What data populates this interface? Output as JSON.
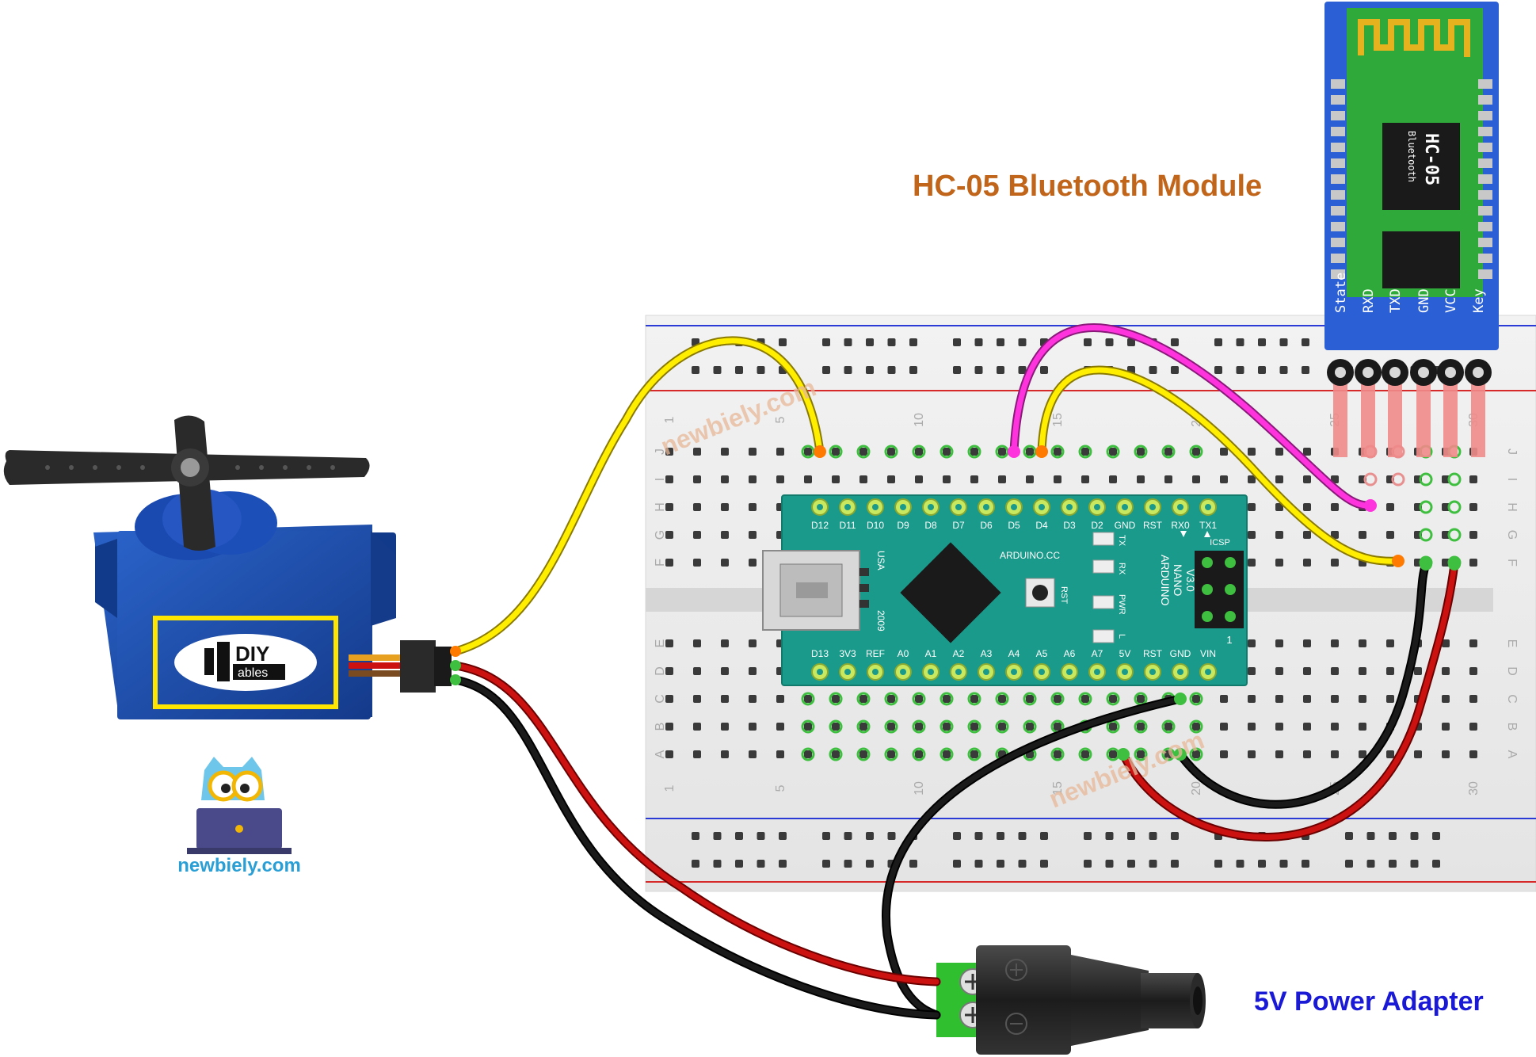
{
  "labels": {
    "bluetooth_module": "HC-05 Bluetooth Module",
    "power_adapter": "5V Power Adapter",
    "brand": "newbiely.com",
    "watermark": "newbiely.com"
  },
  "hc05": {
    "chip_title": "HC-05",
    "chip_subtitle": "Bluetooth",
    "pins": [
      "State",
      "RXD",
      "TXD",
      "GND",
      "VCC",
      "Key"
    ]
  },
  "nano": {
    "top_pins": [
      "D12",
      "D11",
      "D10",
      "D9",
      "D8",
      "D7",
      "D6",
      "D5",
      "D4",
      "D3",
      "D2",
      "GND",
      "RST",
      "RX0",
      "TX1"
    ],
    "bottom_pins": [
      "D13",
      "3V3",
      "REF",
      "A0",
      "A1",
      "A2",
      "A3",
      "A4",
      "A5",
      "A6",
      "A7",
      "5V",
      "RST",
      "GND",
      "VIN"
    ],
    "brand": "ARDUINO.CC",
    "model_lines": [
      "ARDUINO",
      "NANO",
      "V3.0"
    ],
    "usa": "USA",
    "year": "2009",
    "rst": "RST",
    "icsp": "ICSP",
    "icsp_pin1": "1",
    "leds": [
      "TX",
      "RX",
      "PWR",
      "L"
    ]
  },
  "breadboard": {
    "row_letters_top": [
      "J",
      "I",
      "H",
      "G",
      "F"
    ],
    "row_letters_bottom": [
      "E",
      "D",
      "C",
      "B",
      "A"
    ],
    "col_numbers": [
      "1",
      "5",
      "10",
      "15",
      "20",
      "25",
      "30"
    ]
  },
  "servo": {
    "logo_top": "DIY",
    "logo_bottom": "ables"
  },
  "colors": {
    "yellow_wire": "#ffee00",
    "magenta_wire": "#ff33dd",
    "red_wire": "#cc1111",
    "black_wire": "#1a1a1a",
    "hc05_label": "#c0651a",
    "power_label": "#1a1ad6",
    "brand_text": "#2a9fd6",
    "nano_board": "#1a9a8a",
    "hc05_board_blue": "#2a5fd6",
    "hc05_board_green": "#2faa3a",
    "servo_blue": "#1a47a8"
  }
}
